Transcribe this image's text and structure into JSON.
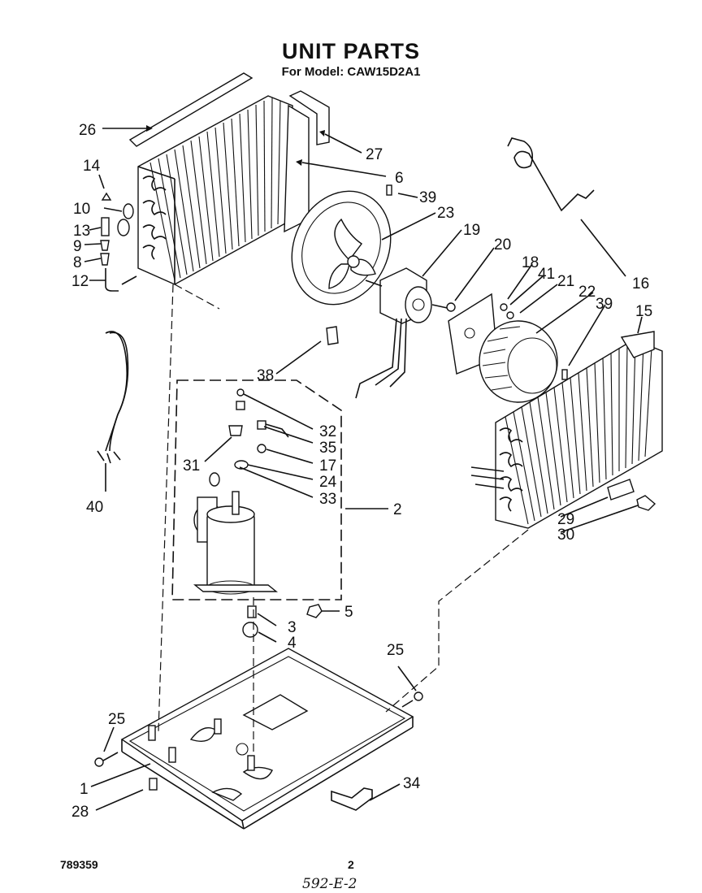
{
  "title": "UNIT PARTS",
  "subtitle": "For Model: CAW15D2A1",
  "footer": {
    "left_code": "789359",
    "page_number": "2",
    "handwritten_note": "592-E-2"
  },
  "callouts": {
    "c26": "26",
    "c27": "27",
    "c6": "6",
    "c14": "14",
    "c10": "10",
    "c13": "13",
    "c9": "9",
    "c8": "8",
    "c12": "12",
    "c39a": "39",
    "c23": "23",
    "c19": "19",
    "c20": "20",
    "c18": "18",
    "c41": "41",
    "c21": "21",
    "c22": "22",
    "c39b": "39",
    "c16": "16",
    "c15": "15",
    "c38": "38",
    "c32": "32",
    "c35": "35",
    "c31": "31",
    "c17": "17",
    "c24": "24",
    "c33": "33",
    "c2": "2",
    "c40": "40",
    "c29": "29",
    "c30": "30",
    "c5": "5",
    "c3": "3",
    "c4": "4",
    "c25a": "25",
    "c25b": "25",
    "c1": "1",
    "c28": "28",
    "c34": "34"
  }
}
